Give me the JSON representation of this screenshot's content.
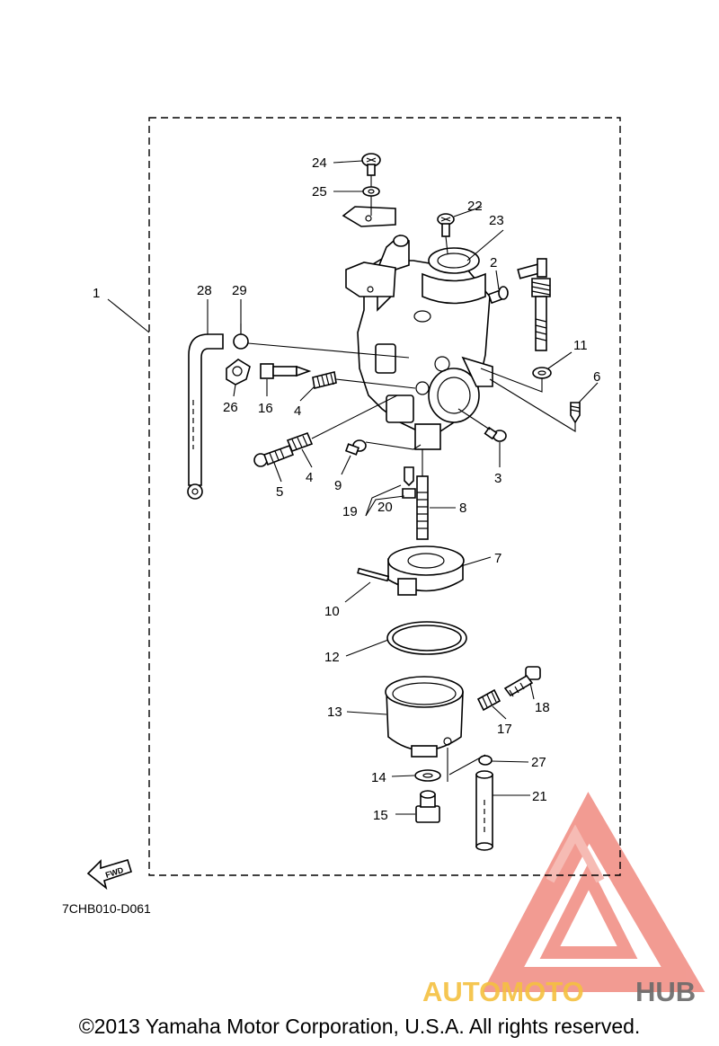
{
  "diagram_code": "7CHB010-D061",
  "copyright": "©2013 Yamaha Motor Corporation, U.S.A. All rights reserved.",
  "fwd_label": "FWD",
  "watermark": {
    "text_part1": "AUTOMOTO",
    "text_part2": "HUB",
    "color_primary": "#f08a80",
    "color_secondary": "#f5c040",
    "color_dark": "#6a6a6a"
  },
  "callouts": [
    "1",
    "2",
    "3",
    "4",
    "4",
    "5",
    "6",
    "7",
    "8",
    "9",
    "10",
    "11",
    "12",
    "13",
    "14",
    "15",
    "16",
    "17",
    "18",
    "19",
    "20",
    "21",
    "22",
    "23",
    "24",
    "25",
    "26",
    "27",
    "28",
    "29"
  ]
}
